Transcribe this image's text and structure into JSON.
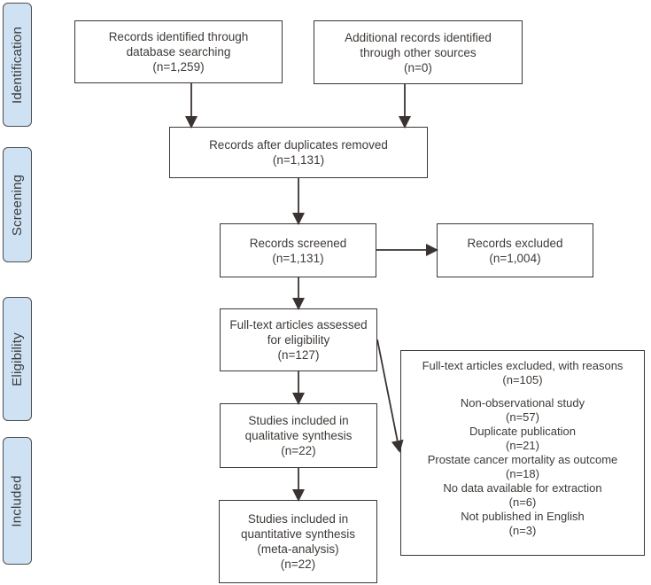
{
  "colors": {
    "stage_fill": "#cfe2f3",
    "stage_border": "#4e4e50",
    "box_border": "#3b3634",
    "text": "#3e3a37",
    "arrow": "#3a3331",
    "bg": "#ffffff"
  },
  "stages": [
    {
      "label": "Identification"
    },
    {
      "label": "Screening"
    },
    {
      "label": "Eligibility"
    },
    {
      "label": "Included"
    }
  ],
  "boxes": {
    "identified": {
      "text": "Records identified through\ndatabase searching\n(n=1,259)"
    },
    "additional": {
      "text": "Additional records identified\nthrough other sources\n(n=0)"
    },
    "deduplicated": {
      "text": "Records after duplicates removed\n(n=1,131)"
    },
    "screened": {
      "text": "Records screened\n(n=1,131)"
    },
    "excluded": {
      "text": "Records excluded\n(n=1,004)"
    },
    "fulltext_assessed": {
      "text": "Full-text articles assessed\nfor eligibility\n(n=127)"
    },
    "qualitative": {
      "text": "Studies included in\nqualitative synthesis\n(n=22)"
    },
    "quantitative": {
      "text": "Studies included in\nquantitative synthesis\n(meta-analysis)\n(n=22)"
    },
    "fulltext_excluded": {
      "title": "Full-text articles excluded, with reasons\n(n=105)",
      "reasons": [
        {
          "label": "Non-observational study",
          "count": "(n=57)"
        },
        {
          "label": "Duplicate publication",
          "count": "(n=21)"
        },
        {
          "label": "Prostate cancer mortality as outcome",
          "count": "(n=18)"
        },
        {
          "label": "No data available for extraction",
          "count": "(n=6)"
        },
        {
          "label": "Not published in English",
          "count": "(n=3)"
        }
      ]
    }
  }
}
